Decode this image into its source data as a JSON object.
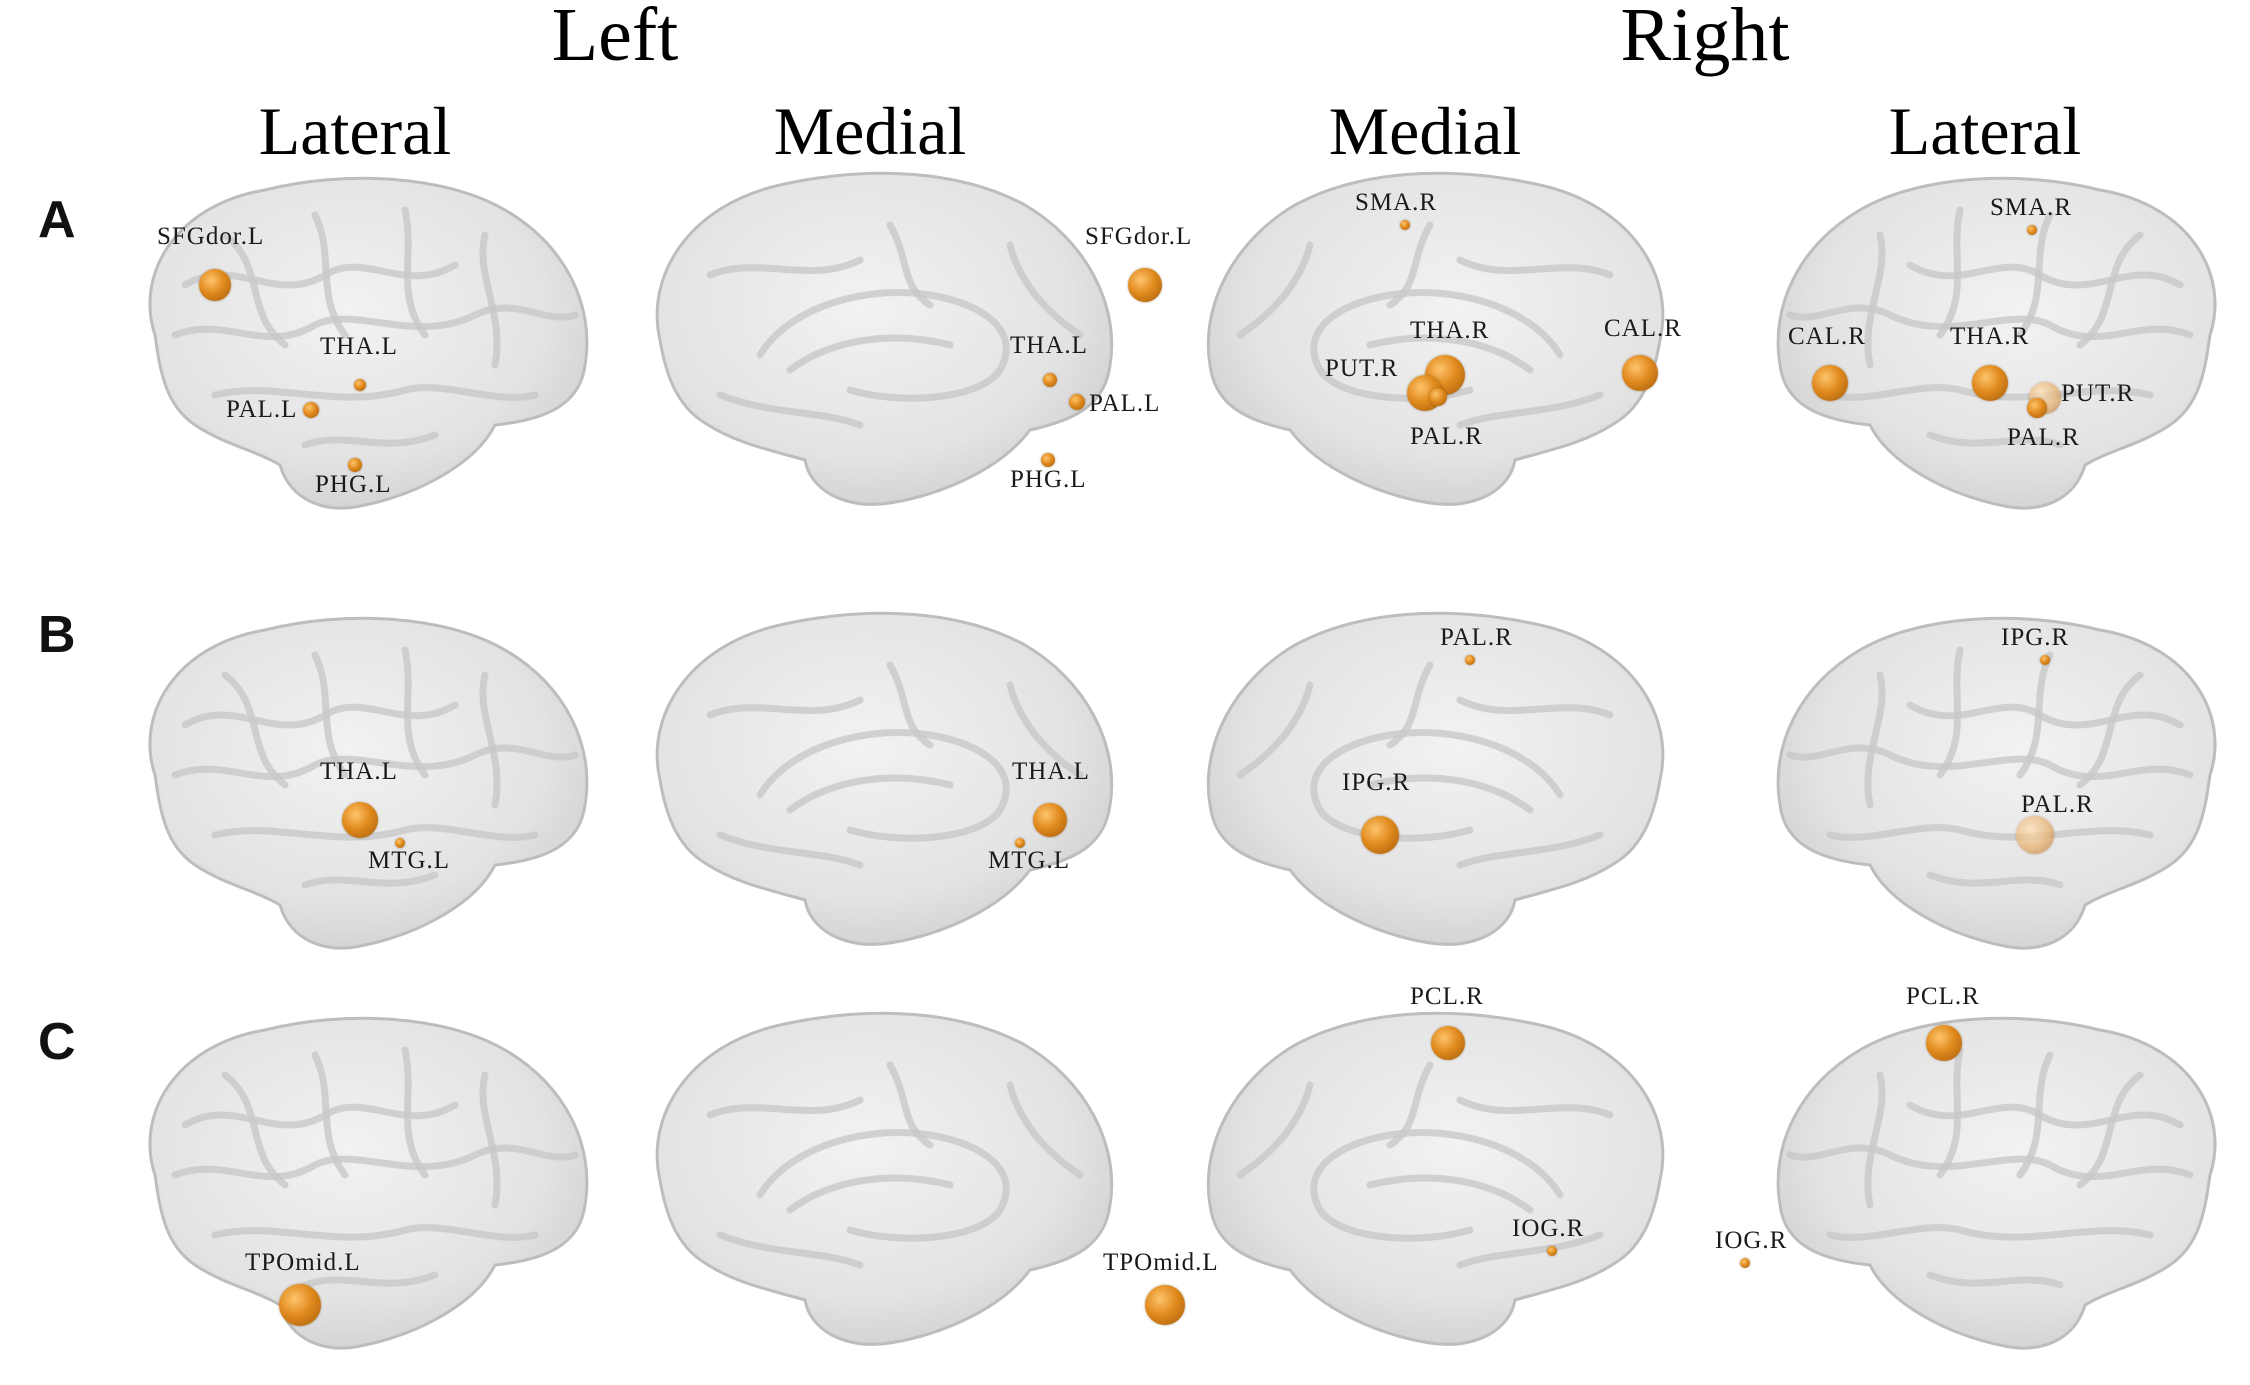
{
  "headers": {
    "left": "Left",
    "right": "Right",
    "views": [
      "Lateral",
      "Medial",
      "Medial",
      "Lateral"
    ]
  },
  "rows": [
    {
      "label": "A",
      "panels": [
        {
          "nodes": [
            {
              "label": "SFGdor.L"
            },
            {
              "label": "THA.L"
            },
            {
              "label": "PAL.L"
            },
            {
              "label": "PHG.L"
            }
          ]
        },
        {
          "nodes": [
            {
              "label": "SFGdor.L"
            },
            {
              "label": "THA.L"
            },
            {
              "label": "PAL.L"
            },
            {
              "label": "PHG.L"
            }
          ]
        },
        {
          "nodes": [
            {
              "label": "SMA.R"
            },
            {
              "label": "THA.R"
            },
            {
              "label": "PUT.R"
            },
            {
              "label": "PAL.R"
            },
            {
              "label": "CAL.R"
            }
          ]
        },
        {
          "nodes": [
            {
              "label": "SMA.R"
            },
            {
              "label": "CAL.R"
            },
            {
              "label": "THA.R"
            },
            {
              "label": "PUT.R"
            },
            {
              "label": "PAL.R"
            }
          ]
        }
      ]
    },
    {
      "label": "B",
      "panels": [
        {
          "nodes": [
            {
              "label": "THA.L"
            },
            {
              "label": "MTG.L"
            }
          ]
        },
        {
          "nodes": [
            {
              "label": "THA.L"
            },
            {
              "label": "MTG.L"
            }
          ]
        },
        {
          "nodes": [
            {
              "label": "IPG.R"
            },
            {
              "label": "PAL.R"
            }
          ]
        },
        {
          "nodes": [
            {
              "label": "IPG.R"
            },
            {
              "label": "PAL.R"
            }
          ]
        }
      ]
    },
    {
      "label": "C",
      "panels": [
        {
          "nodes": [
            {
              "label": "TPOmid.L"
            }
          ]
        },
        {
          "nodes": [
            {
              "label": "TPOmid.L"
            }
          ]
        },
        {
          "nodes": [
            {
              "label": "PCL.R"
            },
            {
              "label": "IOG.R"
            }
          ]
        },
        {
          "nodes": [
            {
              "label": "PCL.R"
            },
            {
              "label": "IOG.R"
            }
          ]
        }
      ]
    }
  ],
  "colors": {
    "node": "#e08a1e",
    "brain_fill": "#e6e6e6",
    "brain_edge": "#bdbdbd"
  }
}
